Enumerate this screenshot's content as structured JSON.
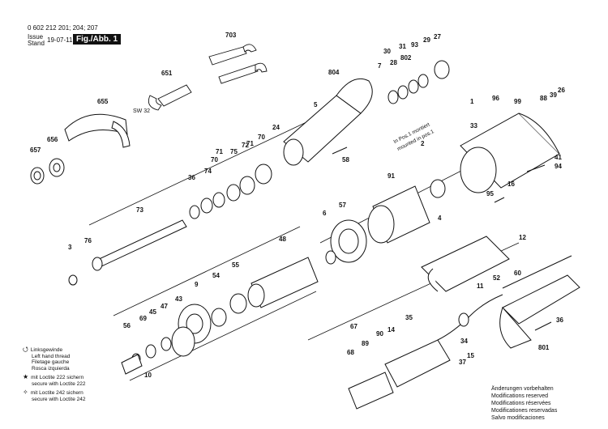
{
  "header": {
    "part_numbers": "0 602 212 201; 204; 207",
    "issue_label": "Issue",
    "stand_label": "Stand",
    "date": "19-07-11",
    "figure": "Fig./Abb. 1"
  },
  "legend": [
    {
      "icon": "left-hand-thread-icon",
      "symbol": "⭯",
      "lines": [
        "Linksgewinde",
        "Left hand thread",
        "Filetage gauche",
        "Rosca izquierda"
      ]
    },
    {
      "icon": "star-icon",
      "symbol": "★",
      "lines": [
        "mit Loctite 222 sichern",
        "secure with Loctite 222"
      ]
    },
    {
      "icon": "star-outline-icon",
      "symbol": "✧",
      "lines": [
        "mit Loctite 242 sichern",
        "secure with Loctite 242"
      ]
    }
  ],
  "notes": [
    "Änderungen vorbehalten",
    "Modifications reserved",
    "Modifications réservées",
    "Modificationes reservadas",
    "Salvo modificaciones"
  ],
  "callouts": {
    "sw32": "SW 32",
    "pos1": "In Pos.1 montiert",
    "pos1b": "mounted in pos.1"
  },
  "labels": [
    {
      "t": "703"
    },
    {
      "t": "651"
    },
    {
      "t": "655"
    },
    {
      "t": "657"
    },
    {
      "t": "656"
    },
    {
      "t": "804"
    },
    {
      "t": "5"
    },
    {
      "t": "7"
    },
    {
      "t": "30"
    },
    {
      "t": "31"
    },
    {
      "t": "93"
    },
    {
      "t": "29"
    },
    {
      "t": "27"
    },
    {
      "t": "28"
    },
    {
      "t": "802"
    },
    {
      "t": "1"
    },
    {
      "t": "96"
    },
    {
      "t": "99"
    },
    {
      "t": "33"
    },
    {
      "t": "88"
    },
    {
      "t": "39"
    },
    {
      "t": "26"
    },
    {
      "t": "41"
    },
    {
      "t": "94"
    },
    {
      "t": "95"
    },
    {
      "t": "16"
    },
    {
      "t": "24"
    },
    {
      "t": "70"
    },
    {
      "t": "71"
    },
    {
      "t": "75"
    },
    {
      "t": "70"
    },
    {
      "t": "71"
    },
    {
      "t": "72"
    },
    {
      "t": "74"
    },
    {
      "t": "36"
    },
    {
      "t": "58"
    },
    {
      "t": "2"
    },
    {
      "t": "91"
    },
    {
      "t": "4"
    },
    {
      "t": "57"
    },
    {
      "t": "6"
    },
    {
      "t": "73"
    },
    {
      "t": "76"
    },
    {
      "t": "3"
    },
    {
      "t": "48"
    },
    {
      "t": "55"
    },
    {
      "t": "54"
    },
    {
      "t": "9"
    },
    {
      "t": "43"
    },
    {
      "t": "47"
    },
    {
      "t": "45"
    },
    {
      "t": "69"
    },
    {
      "t": "56"
    },
    {
      "t": "10"
    },
    {
      "t": "12"
    },
    {
      "t": "60"
    },
    {
      "t": "11"
    },
    {
      "t": "52"
    },
    {
      "t": "36"
    },
    {
      "t": "801"
    },
    {
      "t": "67"
    },
    {
      "t": "68"
    },
    {
      "t": "89"
    },
    {
      "t": "90"
    },
    {
      "t": "14"
    },
    {
      "t": "35"
    },
    {
      "t": "34"
    },
    {
      "t": "15"
    },
    {
      "t": "37"
    }
  ]
}
